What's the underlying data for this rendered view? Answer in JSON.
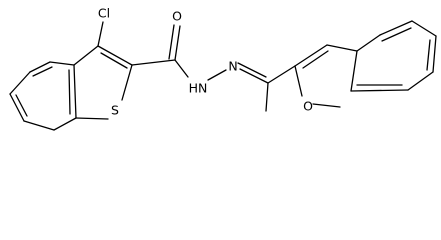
{
  "molecule": {
    "atom_labels": {
      "chlorine": "Cl",
      "carbonyl_oxygen": "O",
      "thiophene_sulfur": "S",
      "hydrazide_nh": "HN",
      "imine_nitrogen": "N",
      "furan_oxygen": "O"
    }
  },
  "colors": {
    "bond": "#000000",
    "background": "#ffffff"
  }
}
